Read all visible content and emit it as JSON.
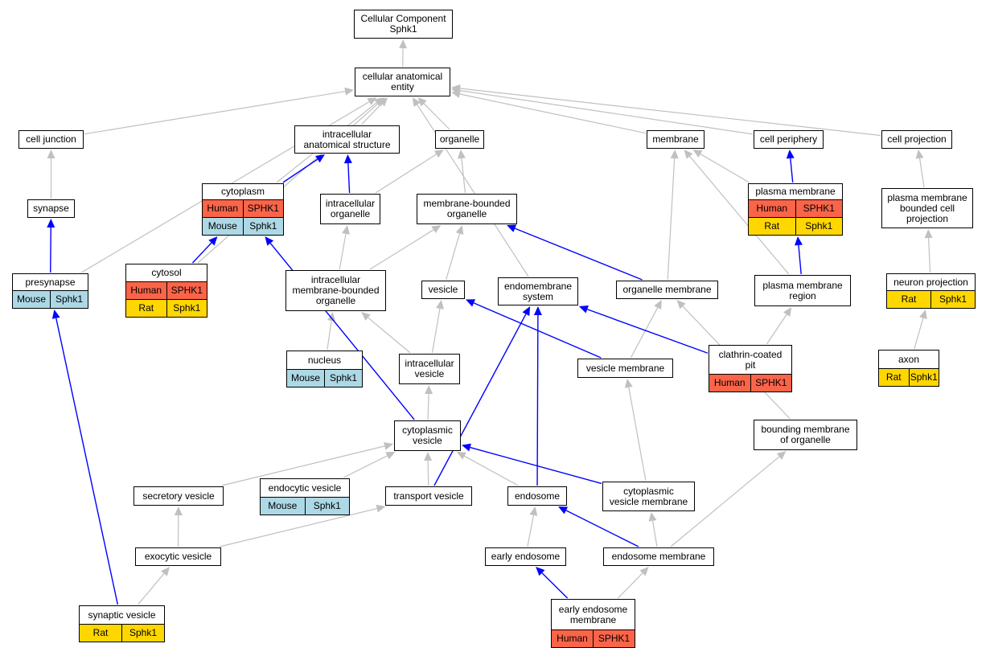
{
  "colors": {
    "human": "#fa6449",
    "mouse": "#add8e6",
    "rat": "#ffd700",
    "gray_edge": "#c0c0c0",
    "blue_edge": "#0000ff"
  },
  "nodes": [
    {
      "id": "root",
      "lines": [
        "Cellular Component",
        "Sphk1"
      ],
      "species": []
    },
    {
      "id": "cae",
      "lines": [
        "cellular anatomical",
        "entity"
      ],
      "species": []
    },
    {
      "id": "cell_junction",
      "lines": [
        "cell junction"
      ],
      "species": []
    },
    {
      "id": "ias",
      "lines": [
        "intracellular",
        "anatomical structure"
      ],
      "species": []
    },
    {
      "id": "organelle",
      "lines": [
        "organelle"
      ],
      "species": []
    },
    {
      "id": "membrane",
      "lines": [
        "membrane"
      ],
      "species": []
    },
    {
      "id": "cell_periphery",
      "lines": [
        "cell periphery"
      ],
      "species": []
    },
    {
      "id": "cell_projection",
      "lines": [
        "cell projection"
      ],
      "species": []
    },
    {
      "id": "synapse",
      "lines": [
        "synapse"
      ],
      "species": []
    },
    {
      "id": "cytoplasm",
      "lines": [
        "cytoplasm"
      ],
      "species": [
        {
          "org": "Human",
          "gene": "SPHK1"
        },
        {
          "org": "Mouse",
          "gene": "Sphk1"
        }
      ]
    },
    {
      "id": "ic_organelle",
      "lines": [
        "intracellular",
        "organelle"
      ],
      "species": []
    },
    {
      "id": "mb_organelle",
      "lines": [
        "membrane-bounded",
        "organelle"
      ],
      "species": []
    },
    {
      "id": "plasma_membrane",
      "lines": [
        "plasma membrane"
      ],
      "species": [
        {
          "org": "Human",
          "gene": "SPHK1"
        },
        {
          "org": "Rat",
          "gene": "Sphk1"
        }
      ]
    },
    {
      "id": "pm_bounded",
      "lines": [
        "plasma membrane",
        "bounded cell",
        "projection"
      ],
      "species": []
    },
    {
      "id": "presynapse",
      "lines": [
        "presynapse"
      ],
      "species": [
        {
          "org": "Mouse",
          "gene": "Sphk1"
        }
      ]
    },
    {
      "id": "cytosol",
      "lines": [
        "cytosol"
      ],
      "species": [
        {
          "org": "Human",
          "gene": "SPHK1"
        },
        {
          "org": "Rat",
          "gene": "Sphk1"
        }
      ]
    },
    {
      "id": "ic_mb_organelle",
      "lines": [
        "intracellular",
        "membrane-bounded",
        "organelle"
      ],
      "species": []
    },
    {
      "id": "vesicle",
      "lines": [
        "vesicle"
      ],
      "species": []
    },
    {
      "id": "endomembrane",
      "lines": [
        "endomembrane",
        "system"
      ],
      "species": []
    },
    {
      "id": "organelle_membrane",
      "lines": [
        "organelle membrane"
      ],
      "species": []
    },
    {
      "id": "pm_region",
      "lines": [
        "plasma membrane",
        "region"
      ],
      "species": []
    },
    {
      "id": "neuron_projection",
      "lines": [
        "neuron projection"
      ],
      "species": [
        {
          "org": "Rat",
          "gene": "Sphk1"
        }
      ]
    },
    {
      "id": "nucleus",
      "lines": [
        "nucleus"
      ],
      "species": [
        {
          "org": "Mouse",
          "gene": "Sphk1"
        }
      ]
    },
    {
      "id": "ic_vesicle",
      "lines": [
        "intracellular",
        "vesicle"
      ],
      "species": []
    },
    {
      "id": "vesicle_membrane",
      "lines": [
        "vesicle membrane"
      ],
      "species": []
    },
    {
      "id": "clathrin_pit",
      "lines": [
        "clathrin-coated",
        "pit"
      ],
      "species": [
        {
          "org": "Human",
          "gene": "SPHK1"
        }
      ]
    },
    {
      "id": "axon",
      "lines": [
        "axon"
      ],
      "species": [
        {
          "org": "Rat",
          "gene": "Sphk1"
        }
      ]
    },
    {
      "id": "cyto_vesicle",
      "lines": [
        "cytoplasmic",
        "vesicle"
      ],
      "species": []
    },
    {
      "id": "bounding_membrane",
      "lines": [
        "bounding membrane",
        "of organelle"
      ],
      "species": []
    },
    {
      "id": "secretory_vesicle",
      "lines": [
        "secretory vesicle"
      ],
      "species": []
    },
    {
      "id": "endocytic_vesicle",
      "lines": [
        "endocytic vesicle"
      ],
      "species": [
        {
          "org": "Mouse",
          "gene": "Sphk1"
        }
      ]
    },
    {
      "id": "transport_vesicle",
      "lines": [
        "transport vesicle"
      ],
      "species": []
    },
    {
      "id": "endosome",
      "lines": [
        "endosome"
      ],
      "species": []
    },
    {
      "id": "cyto_vesicle_membrane",
      "lines": [
        "cytoplasmic",
        "vesicle membrane"
      ],
      "species": []
    },
    {
      "id": "exocytic_vesicle",
      "lines": [
        "exocytic vesicle"
      ],
      "species": []
    },
    {
      "id": "early_endosome",
      "lines": [
        "early endosome"
      ],
      "species": []
    },
    {
      "id": "endosome_membrane",
      "lines": [
        "endosome membrane"
      ],
      "species": []
    },
    {
      "id": "synaptic_vesicle",
      "lines": [
        "synaptic vesicle"
      ],
      "species": [
        {
          "org": "Rat",
          "gene": "Sphk1"
        }
      ]
    },
    {
      "id": "ee_membrane",
      "lines": [
        "early endosome",
        "membrane"
      ],
      "species": [
        {
          "org": "Human",
          "gene": "SPHK1"
        }
      ]
    }
  ],
  "edges": [
    {
      "from": "cae",
      "to": "root",
      "kind": "gray"
    },
    {
      "from": "cell_junction",
      "to": "cae",
      "kind": "gray"
    },
    {
      "from": "ias",
      "to": "cae",
      "kind": "gray"
    },
    {
      "from": "organelle",
      "to": "cae",
      "kind": "gray"
    },
    {
      "from": "membrane",
      "to": "cae",
      "kind": "gray"
    },
    {
      "from": "cell_periphery",
      "to": "cae",
      "kind": "gray"
    },
    {
      "from": "cell_projection",
      "to": "cae",
      "kind": "gray"
    },
    {
      "from": "cytoplasm",
      "to": "cae",
      "kind": "gray"
    },
    {
      "from": "presynapse",
      "to": "cae",
      "kind": "gray"
    },
    {
      "from": "cytosol",
      "to": "cae",
      "kind": "gray"
    },
    {
      "from": "endomembrane",
      "to": "cae",
      "kind": "gray"
    },
    {
      "from": "synapse",
      "to": "cell_junction",
      "kind": "gray"
    },
    {
      "from": "presynapse",
      "to": "synapse",
      "kind": "blue"
    },
    {
      "from": "cytoplasm",
      "to": "ias",
      "kind": "blue"
    },
    {
      "from": "ic_organelle",
      "to": "ias",
      "kind": "blue"
    },
    {
      "from": "ic_organelle",
      "to": "organelle",
      "kind": "gray"
    },
    {
      "from": "mb_organelle",
      "to": "organelle",
      "kind": "gray"
    },
    {
      "from": "ic_mb_organelle",
      "to": "ic_organelle",
      "kind": "gray"
    },
    {
      "from": "ic_mb_organelle",
      "to": "mb_organelle",
      "kind": "gray"
    },
    {
      "from": "vesicle",
      "to": "mb_organelle",
      "kind": "gray"
    },
    {
      "from": "organelle_membrane",
      "to": "mb_organelle",
      "kind": "blue"
    },
    {
      "from": "organelle_membrane",
      "to": "membrane",
      "kind": "gray"
    },
    {
      "from": "plasma_membrane",
      "to": "membrane",
      "kind": "gray"
    },
    {
      "from": "pm_region",
      "to": "membrane",
      "kind": "gray"
    },
    {
      "from": "plasma_membrane",
      "to": "cell_periphery",
      "kind": "blue"
    },
    {
      "from": "pm_region",
      "to": "plasma_membrane",
      "kind": "blue"
    },
    {
      "from": "pm_bounded",
      "to": "cell_projection",
      "kind": "gray"
    },
    {
      "from": "neuron_projection",
      "to": "pm_bounded",
      "kind": "gray"
    },
    {
      "from": "axon",
      "to": "neuron_projection",
      "kind": "gray"
    },
    {
      "from": "cytosol",
      "to": "cytoplasm",
      "kind": "blue"
    },
    {
      "from": "nucleus",
      "to": "ic_mb_organelle",
      "kind": "gray"
    },
    {
      "from": "ic_vesicle",
      "to": "ic_mb_organelle",
      "kind": "gray"
    },
    {
      "from": "ic_vesicle",
      "to": "vesicle",
      "kind": "gray"
    },
    {
      "from": "vesicle_membrane",
      "to": "vesicle",
      "kind": "blue"
    },
    {
      "from": "vesicle_membrane",
      "to": "organelle_membrane",
      "kind": "gray"
    },
    {
      "from": "clathrin_pit",
      "to": "endomembrane",
      "kind": "blue"
    },
    {
      "from": "clathrin_pit",
      "to": "pm_region",
      "kind": "gray"
    },
    {
      "from": "bounding_membrane",
      "to": "organelle_membrane",
      "kind": "gray"
    },
    {
      "from": "cyto_vesicle",
      "to": "ic_vesicle",
      "kind": "gray"
    },
    {
      "from": "cyto_vesicle",
      "to": "cytoplasm",
      "kind": "blue"
    },
    {
      "from": "cyto_vesicle_membrane",
      "to": "cyto_vesicle",
      "kind": "blue"
    },
    {
      "from": "cyto_vesicle_membrane",
      "to": "vesicle_membrane",
      "kind": "gray"
    },
    {
      "from": "secretory_vesicle",
      "to": "cyto_vesicle",
      "kind": "gray"
    },
    {
      "from": "endocytic_vesicle",
      "to": "cyto_vesicle",
      "kind": "gray"
    },
    {
      "from": "transport_vesicle",
      "to": "cyto_vesicle",
      "kind": "gray"
    },
    {
      "from": "endosome",
      "to": "cyto_vesicle",
      "kind": "gray"
    },
    {
      "from": "transport_vesicle",
      "to": "endomembrane",
      "kind": "blue"
    },
    {
      "from": "endosome",
      "to": "endomembrane",
      "kind": "blue"
    },
    {
      "from": "exocytic_vesicle",
      "to": "secretory_vesicle",
      "kind": "gray"
    },
    {
      "from": "exocytic_vesicle",
      "to": "transport_vesicle",
      "kind": "gray"
    },
    {
      "from": "early_endosome",
      "to": "endosome",
      "kind": "gray"
    },
    {
      "from": "endosome_membrane",
      "to": "endosome",
      "kind": "blue"
    },
    {
      "from": "endosome_membrane",
      "to": "cyto_vesicle_membrane",
      "kind": "gray"
    },
    {
      "from": "endosome_membrane",
      "to": "bounding_membrane",
      "kind": "gray"
    },
    {
      "from": "ee_membrane",
      "to": "early_endosome",
      "kind": "blue"
    },
    {
      "from": "ee_membrane",
      "to": "endosome_membrane",
      "kind": "gray"
    },
    {
      "from": "synaptic_vesicle",
      "to": "exocytic_vesicle",
      "kind": "gray"
    },
    {
      "from": "synaptic_vesicle",
      "to": "presynapse",
      "kind": "blue"
    }
  ]
}
